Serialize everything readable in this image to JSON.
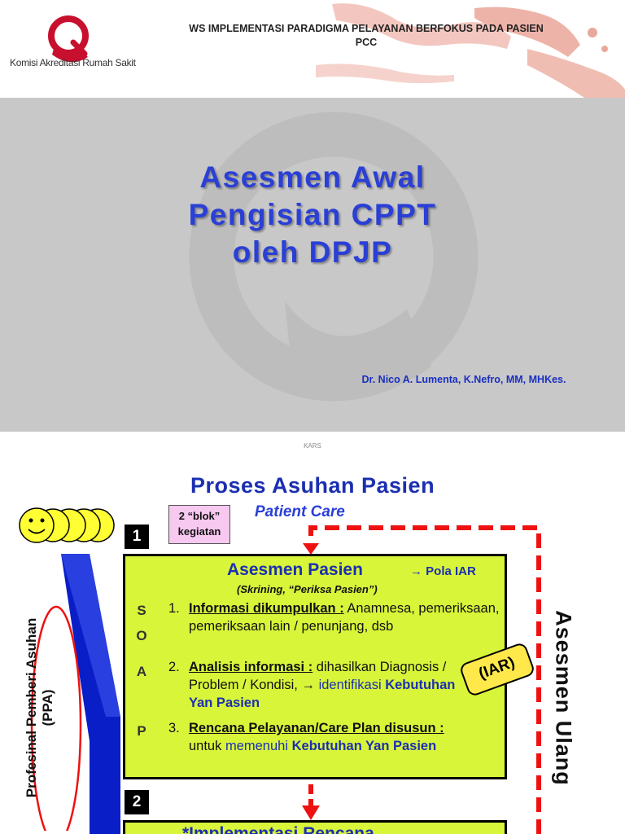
{
  "slide1": {
    "header": {
      "logo_text": "Komisi Akreditasi Rumah Sakit",
      "title_line1": "WS IMPLEMENTASI PARADIGMA PELAYANAN BERFOKUS PADA PASIEN",
      "title_line2": "PCC"
    },
    "title_lines": [
      "Asesmen Awal",
      "Pengisian CPPT",
      "oleh DPJP"
    ],
    "author": "Dr. Nico A. Lumenta, K.Nefro, MM, MHKes.",
    "footer_label": "KARS"
  },
  "slide2": {
    "title": "Proses Asuhan Pasien",
    "subtitle": "Patient Care",
    "blok_line1": "2 “blok”",
    "blok_line2": "kegiatan",
    "num1": "1",
    "num2": "2",
    "ppa_line1": "Profesinal Pemberi  Asuhan",
    "ppa_line2": "(PPA)",
    "soap": [
      "S",
      "O",
      "A",
      "P"
    ],
    "box1": {
      "title": "Asesmen Pasien",
      "pola": "→ Pola IAR",
      "subtitle": "(Skrining, “Periksa Pasien”)",
      "steps": [
        {
          "n": "1.",
          "head": "Informasi dikumpulkan :",
          "rest": " Anamnesa, pemeriksaan, pemeriksaan lain / penunjang, dsb"
        },
        {
          "n": "2.",
          "head": "Analisis informasi :",
          "rest": " dihasilkan Diagnosis / Problem / Kondisi, →",
          "blue1": "identifikasi",
          "blue2": "Kebutuhan Yan Pasien"
        },
        {
          "n": "3.",
          "head": "Rencana Pelayanan/Care Plan disusun :",
          "rest": "untuk",
          "blue1": "memenuhi",
          "blue2": "Kebutuhan Yan Pasien"
        }
      ]
    },
    "iar_badge": "(IAR)",
    "side_label": "Asesmen Ulang",
    "box2_title": "*Implementasi Rencana"
  }
}
